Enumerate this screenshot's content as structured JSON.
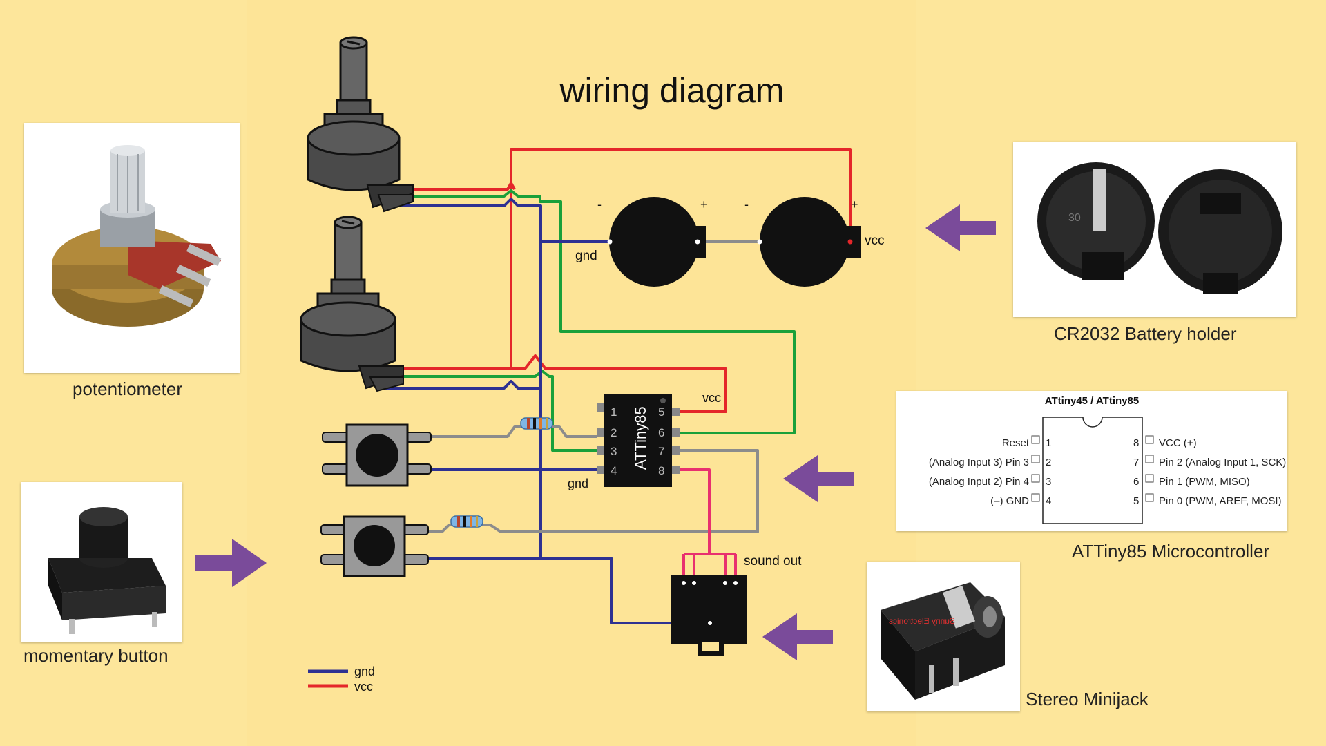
{
  "title": "wiring diagram",
  "colors": {
    "background": "#fde69b",
    "panel": "#fde497",
    "gnd": "#2e3192",
    "vcc": "#e4262a",
    "green": "#1aa03a",
    "grey": "#8c8c8c",
    "pink": "#e8306f",
    "arrow": "#7a4b9a"
  },
  "captions": {
    "potentiometer": "potentiometer",
    "button": "momentary button",
    "battery": "CR2032 Battery holder",
    "attiny": "ATTiny85 Microcontroller",
    "minijack": "Stereo Minijack"
  },
  "labels": {
    "battery_gnd": "gnd",
    "battery_vcc": "vcc",
    "battery_minus_1": "-",
    "battery_plus_1": "+",
    "battery_minus_2": "-",
    "battery_plus_2": "+",
    "chip_vcc": "vcc",
    "chip_gnd": "gnd",
    "chip_name": "ATTiny85",
    "sound_out": "sound out"
  },
  "chip_pins": {
    "left": [
      "1",
      "2",
      "3",
      "4"
    ],
    "right": [
      "5",
      "6",
      "7",
      "8"
    ]
  },
  "legend": [
    {
      "label": "gnd",
      "color": "#2e3192"
    },
    {
      "label": "vcc",
      "color": "#e4262a"
    }
  ],
  "pinout": {
    "title": "ATtiny45 / ATtiny85",
    "left": [
      {
        "label": "Reset",
        "num": "1"
      },
      {
        "label": "(Analog Input 3) Pin 3",
        "num": "2"
      },
      {
        "label": "(Analog Input 2) Pin 4",
        "num": "3"
      },
      {
        "label": "(–) GND",
        "num": "4"
      }
    ],
    "right": [
      {
        "num": "8",
        "label": "VCC (+)"
      },
      {
        "num": "7",
        "label": "Pin 2 (Analog Input 1, SCK)"
      },
      {
        "num": "6",
        "label": "Pin 1 (PWM, MISO)"
      },
      {
        "num": "5",
        "label": "Pin 0 (PWM, AREF, MOSI)"
      }
    ]
  },
  "photo_text": {
    "battery_mark": "30",
    "jack_brand": "Sunny Electronics"
  },
  "icons": [
    "arrow-right-icon",
    "arrow-left-icon"
  ]
}
